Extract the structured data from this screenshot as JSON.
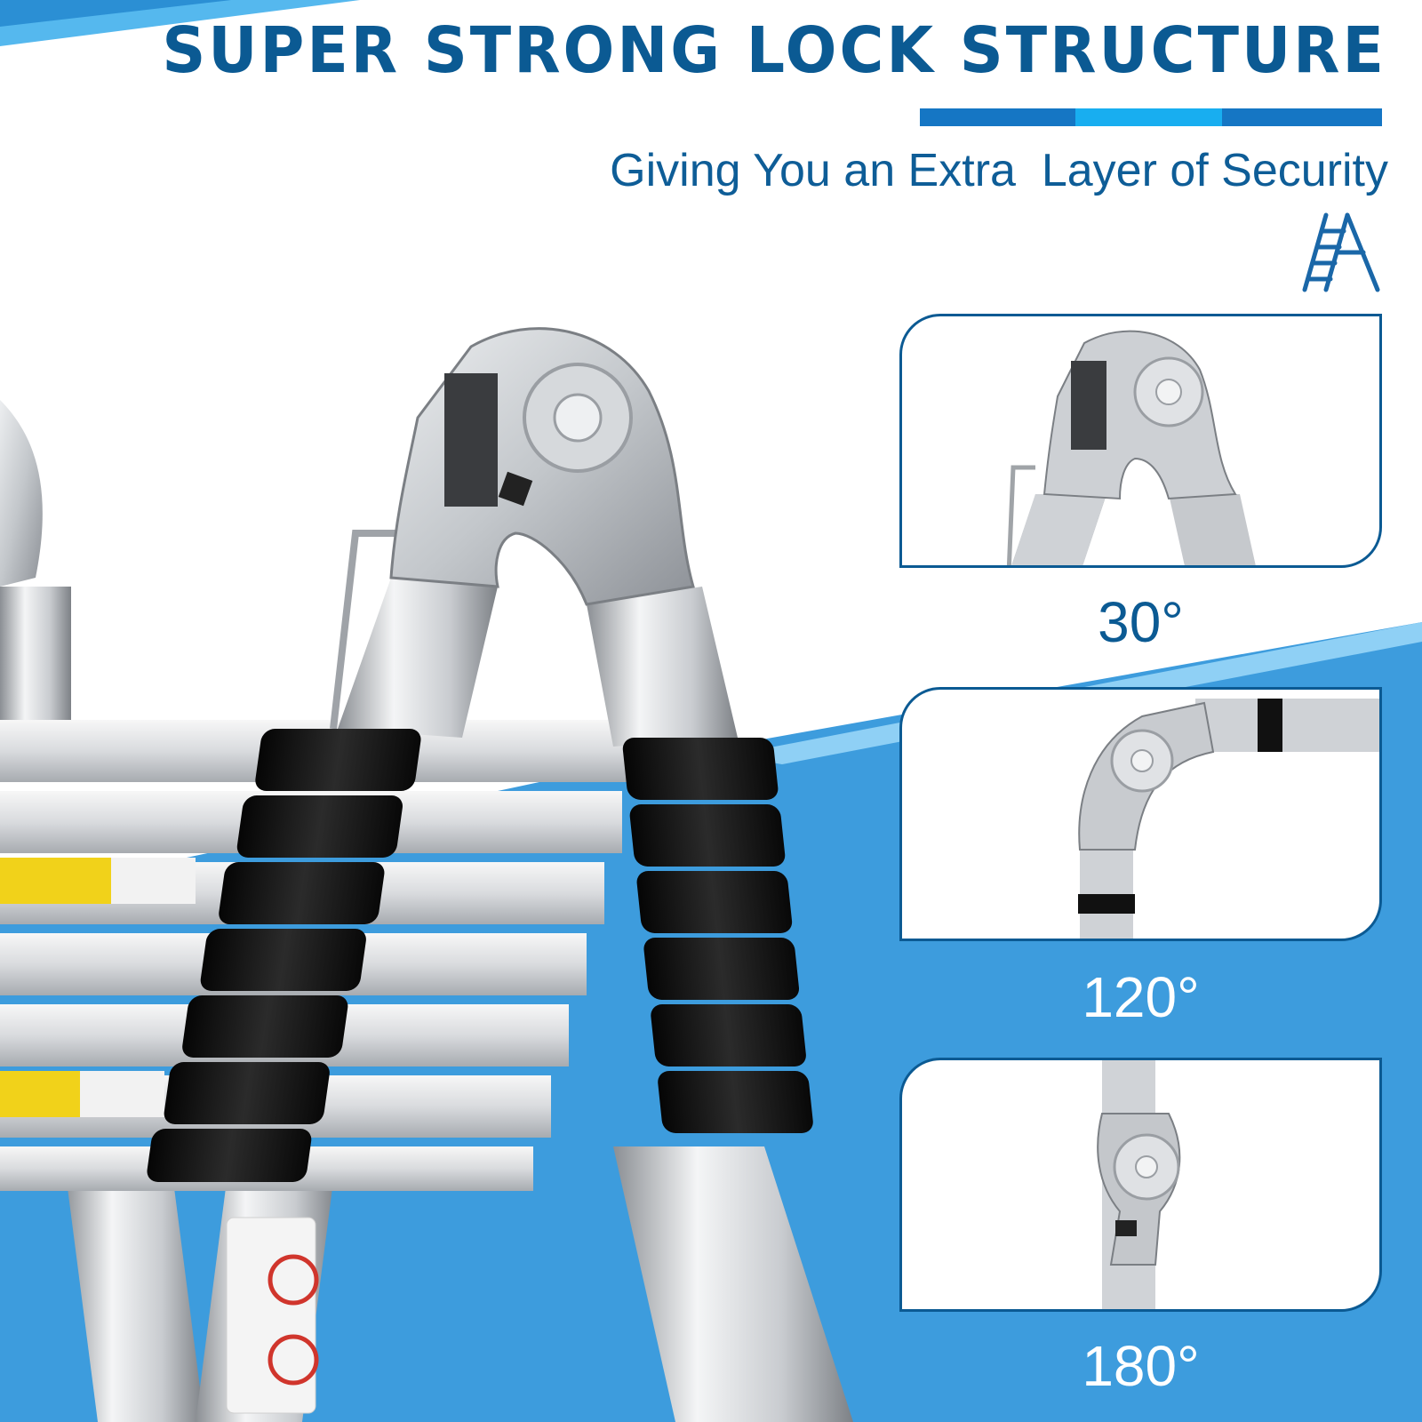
{
  "headline": "SUPER STRONG LOCK STRUCTURE",
  "subhead": "Giving You an Extra  Layer of Security",
  "colors": {
    "brand_dark_blue": "#0b5a93",
    "accent_light_blue": "#18aef0",
    "background_blue": "#3d9cdd",
    "white": "#ffffff"
  },
  "icons": {
    "logo": "ladder-icon"
  },
  "panels": [
    {
      "label": "30°"
    },
    {
      "label": "120°"
    },
    {
      "label": "180°"
    }
  ]
}
